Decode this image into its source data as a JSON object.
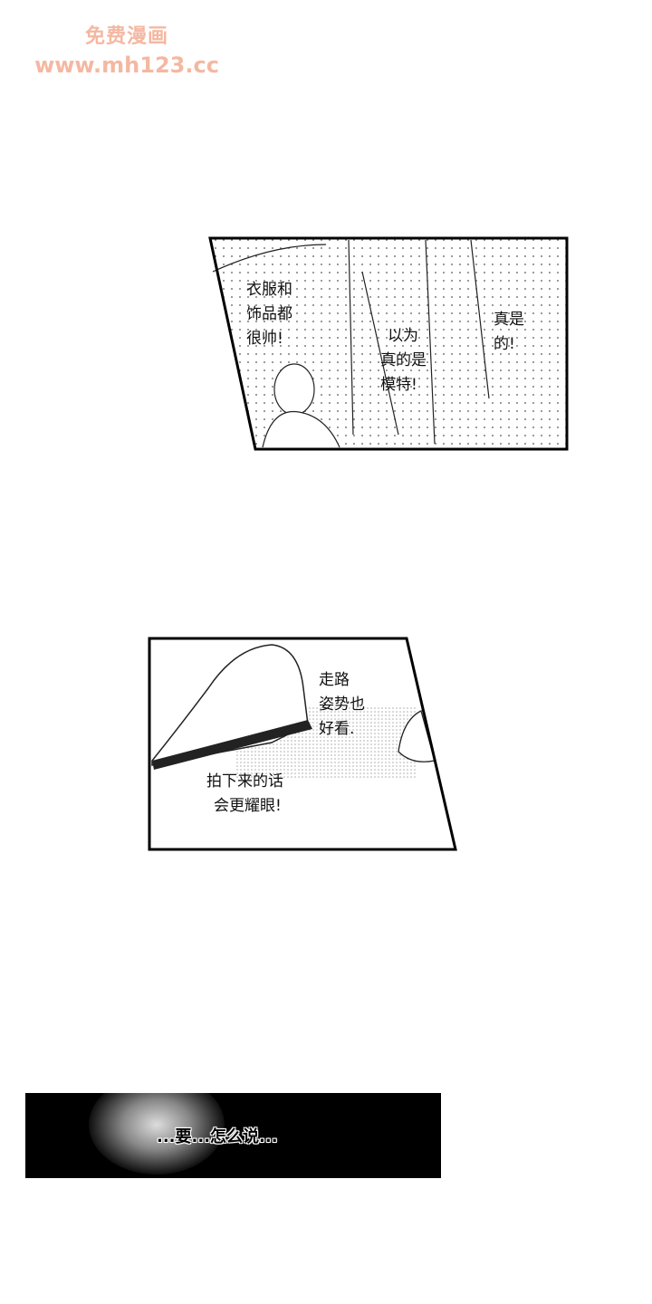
{
  "watermark": {
    "line1": "免费漫画",
    "line2": "www.mh123.cc"
  },
  "panel1": {
    "bubbles": [
      {
        "lines": [
          "衣服和",
          "饰品都",
          "很帅!"
        ]
      },
      {
        "lines": [
          "以为",
          "真的是",
          "模特!"
        ]
      },
      {
        "lines": [
          "真是",
          "的!"
        ]
      }
    ]
  },
  "panel2": {
    "bubbles": [
      {
        "lines": [
          "走路",
          "姿势也",
          "好看."
        ]
      },
      {
        "lines": [
          "拍下来的话",
          "会更耀眼!"
        ]
      }
    ]
  },
  "panel3": {
    "text": "...要...怎么说..."
  }
}
